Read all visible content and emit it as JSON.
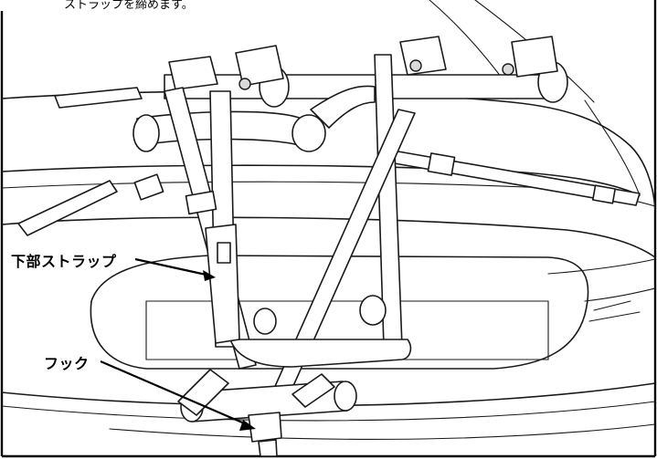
{
  "caption": "ストラップを締めます。",
  "callouts": {
    "lower_strap": "下部ストラップ",
    "hook": "フック"
  }
}
